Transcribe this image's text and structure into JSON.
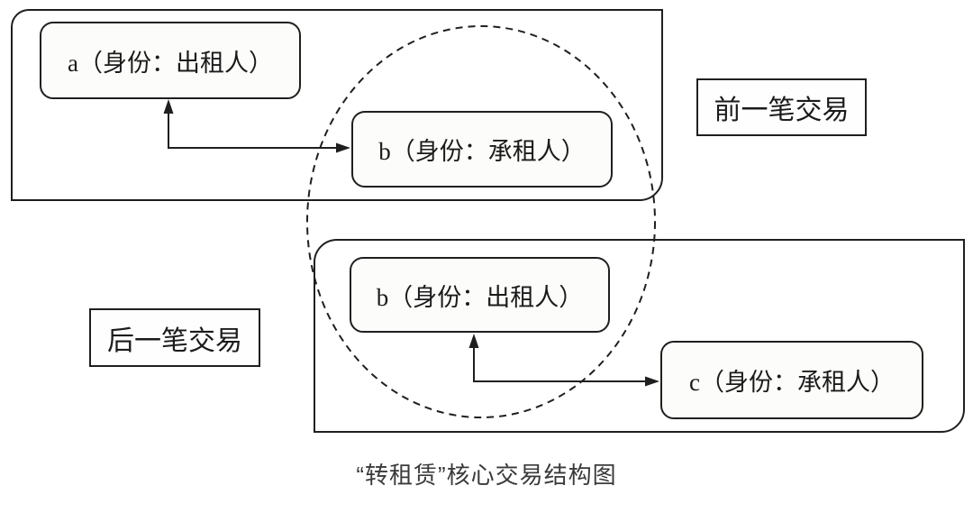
{
  "diagram": {
    "caption": "“转租赁”核心交易结构图",
    "containers": {
      "previous": {
        "label": "前一笔交易"
      },
      "next": {
        "label": "后一笔交易"
      }
    },
    "nodes": {
      "a_prev": "a（身份：出租人）",
      "b_prev": "b（身份：承租人）",
      "b_next": "b（身份：出租人）",
      "c_next": "c（身份：承租人）"
    },
    "colors": {
      "stroke": "#1f1f1f",
      "node_fill": "#fcfcfa",
      "text": "#1b1b1b",
      "caption_text": "#3a3a3a"
    }
  }
}
